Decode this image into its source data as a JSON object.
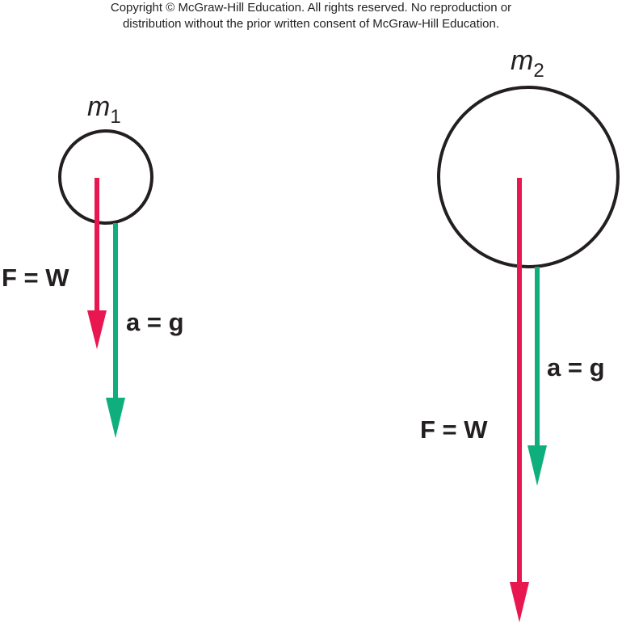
{
  "copyright": {
    "line1": "Copyright © McGraw-Hill Education.  All rights reserved. No reproduction or",
    "line2": "distribution without the prior written consent of McGraw-Hill Education."
  },
  "objects": [
    {
      "mass_symbol": "m",
      "mass_subscript": "1",
      "force_label": "F = W",
      "accel_label": "a = g"
    },
    {
      "mass_symbol": "m",
      "mass_subscript": "2",
      "force_label": "F = W",
      "accel_label": "a = g"
    }
  ],
  "colors": {
    "force_arrow": "#e8174f",
    "accel_arrow": "#0faf7d",
    "outline": "#231f20"
  }
}
